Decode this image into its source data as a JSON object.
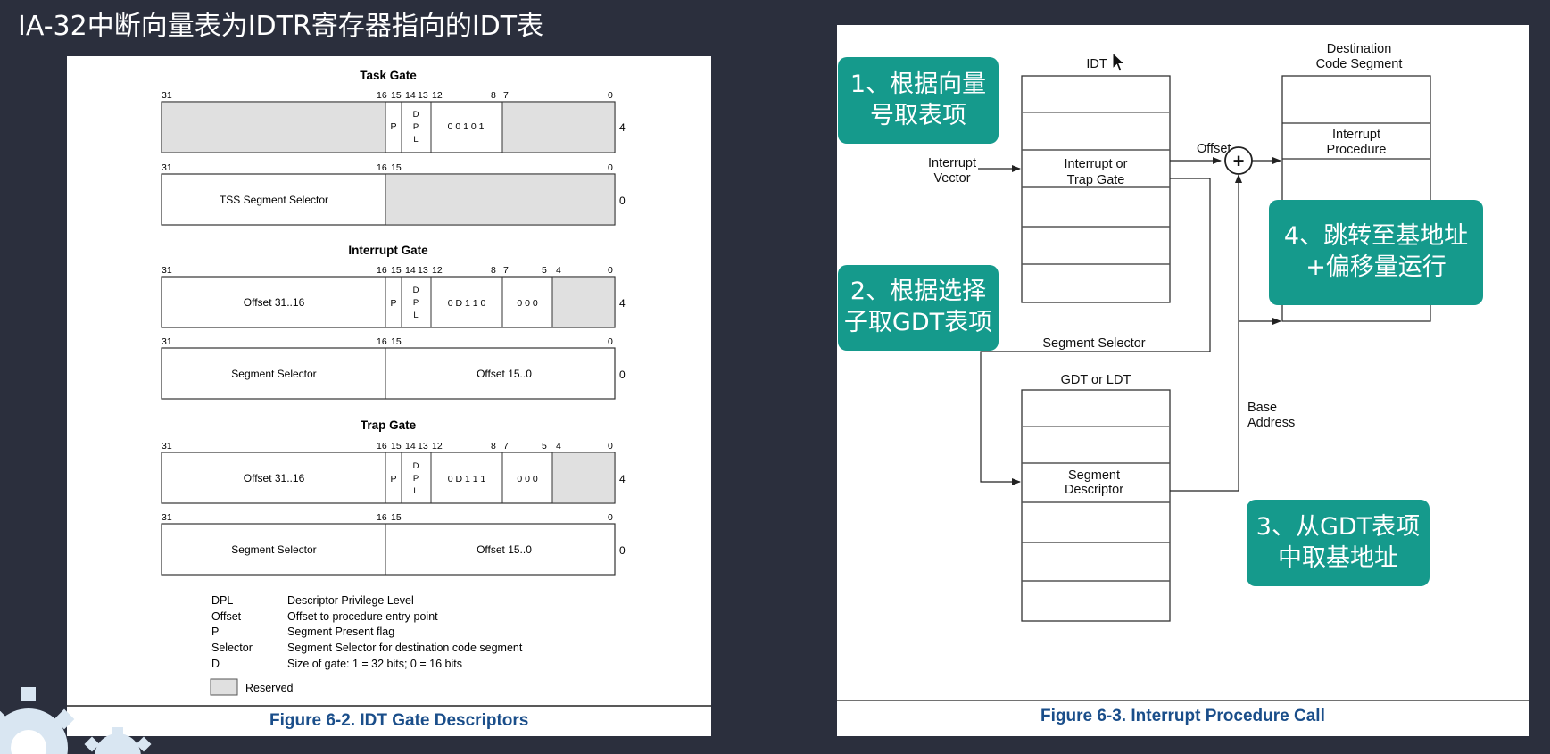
{
  "slide": {
    "title": "IA-32中断向量表为IDTR寄存器指向的IDT表"
  },
  "left_figure": {
    "caption": "Figure 6-2.  IDT Gate Descriptors",
    "task_gate": {
      "title": "Task Gate",
      "upper_bits": [
        "31",
        "16",
        "15",
        "14",
        "13",
        "12",
        "8",
        "7",
        "0"
      ],
      "upper_fields": {
        "p": "P",
        "dpl": [
          "D",
          "P",
          "L"
        ],
        "type": "0  0  1  0  1"
      },
      "upper_offset": "4",
      "lower_bits": [
        "31",
        "16",
        "15",
        "0"
      ],
      "lower_field": "TSS Segment Selector",
      "lower_offset": "0"
    },
    "interrupt_gate": {
      "title": "Interrupt Gate",
      "upper_bits": [
        "31",
        "16",
        "15",
        "14",
        "13",
        "12",
        "8",
        "7",
        "5",
        "4",
        "0"
      ],
      "upper_fields": {
        "offset_high": "Offset 31..16",
        "p": "P",
        "dpl": [
          "D",
          "P",
          "L"
        ],
        "type": "0  D  1  1  0",
        "zeros": "0  0  0"
      },
      "upper_offset": "4",
      "lower_bits": [
        "31",
        "16",
        "15",
        "0"
      ],
      "lower_fields": {
        "selector": "Segment Selector",
        "offset_low": "Offset 15..0"
      },
      "lower_offset": "0"
    },
    "trap_gate": {
      "title": "Trap Gate",
      "upper_bits": [
        "31",
        "16",
        "15",
        "14",
        "13",
        "12",
        "8",
        "7",
        "5",
        "4",
        "0"
      ],
      "upper_fields": {
        "offset_high": "Offset 31..16",
        "p": "P",
        "dpl": [
          "D",
          "P",
          "L"
        ],
        "type": "0  D  1  1  1",
        "zeros": "0  0  0"
      },
      "upper_offset": "4",
      "lower_bits": [
        "31",
        "16",
        "15",
        "0"
      ],
      "lower_fields": {
        "selector": "Segment Selector",
        "offset_low": "Offset 15..0"
      },
      "lower_offset": "0"
    },
    "legend": [
      {
        "term": "DPL",
        "desc": "Descriptor Privilege Level"
      },
      {
        "term": "Offset",
        "desc": "Offset to procedure entry point"
      },
      {
        "term": "P",
        "desc": "Segment Present flag"
      },
      {
        "term": "Selector",
        "desc": "Segment Selector for destination code segment"
      },
      {
        "term": "D",
        "desc": "Size of gate: 1 = 32 bits; 0 = 16 bits"
      }
    ],
    "reserved_label": "Reserved",
    "reserved_color": "#e0e0e0"
  },
  "right_figure": {
    "caption": "Figure 6-3.  Interrupt Procedure Call",
    "idt_label": "IDT",
    "interrupt_vector": [
      "Interrupt",
      "Vector"
    ],
    "idt_entry": [
      "Interrupt or",
      "Trap Gate"
    ],
    "offset_label": "Offset",
    "plus_symbol": "+",
    "dest_label": [
      "Destination",
      "Code Segment"
    ],
    "dest_entry": [
      "Interrupt",
      "Procedure"
    ],
    "segment_selector_label": "Segment Selector",
    "gdt_label": "GDT or LDT",
    "gdt_entry": [
      "Segment",
      "Descriptor"
    ],
    "base_address": [
      "Base",
      "Address"
    ]
  },
  "callouts": {
    "step1": [
      "1、根据向量",
      "号取表项"
    ],
    "step2": [
      "2、根据选择",
      "子取GDT表项"
    ],
    "step3": [
      "3、从GDT表项",
      "中取基地址"
    ],
    "step4": [
      "4、跳转至基地址",
      "+偏移量运行"
    ],
    "color": "#159a8c"
  }
}
